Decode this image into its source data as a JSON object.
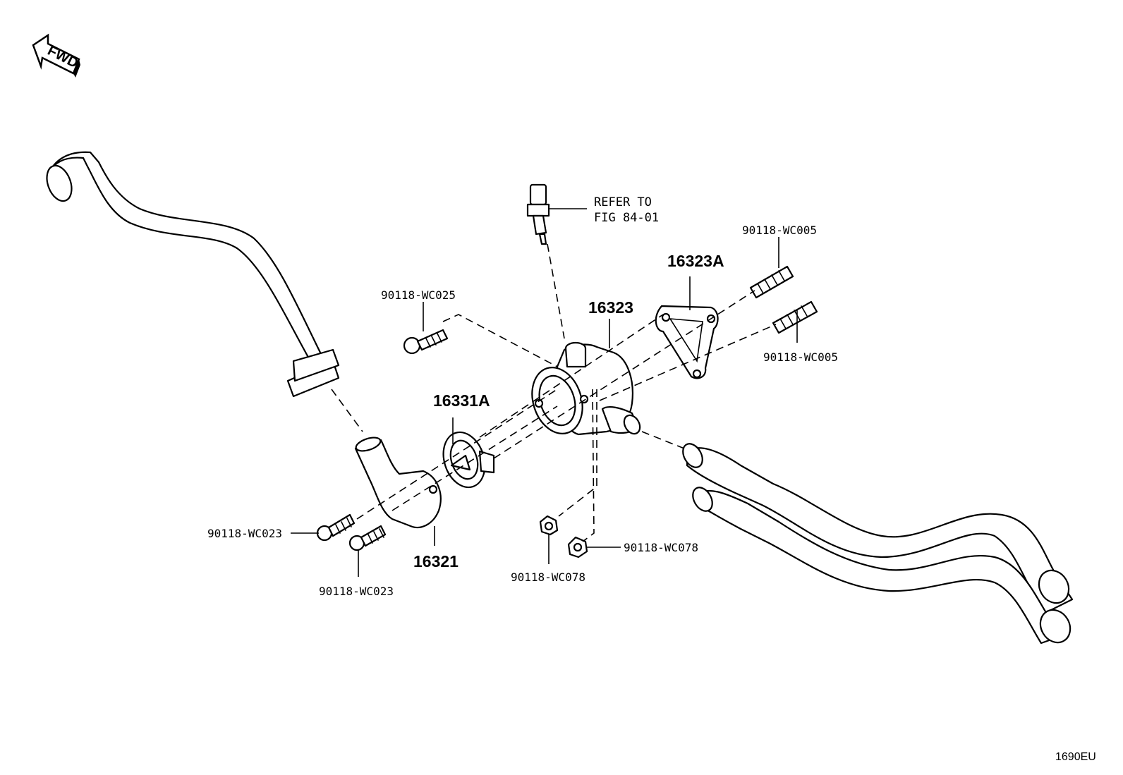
{
  "fwd_label": "FWD",
  "reference": {
    "line1": "REFER TO",
    "line2": "FIG 84-01"
  },
  "callouts": {
    "bolt_wc025": "90118-WC025",
    "outlet_16323": "16323",
    "gasket_16323a": "16323A",
    "stud_wc005_top": "90118-WC005",
    "stud_wc005_bottom": "90118-WC005",
    "thermostat_16331a": "16331A",
    "bolt_wc023_left": "90118-WC023",
    "bolt_wc023_bottom": "90118-WC023",
    "inlet_16321": "16321",
    "nut_wc078_left": "90118-WC078",
    "nut_wc078_right": "90118-WC078"
  },
  "diagram_code": "1690EU"
}
